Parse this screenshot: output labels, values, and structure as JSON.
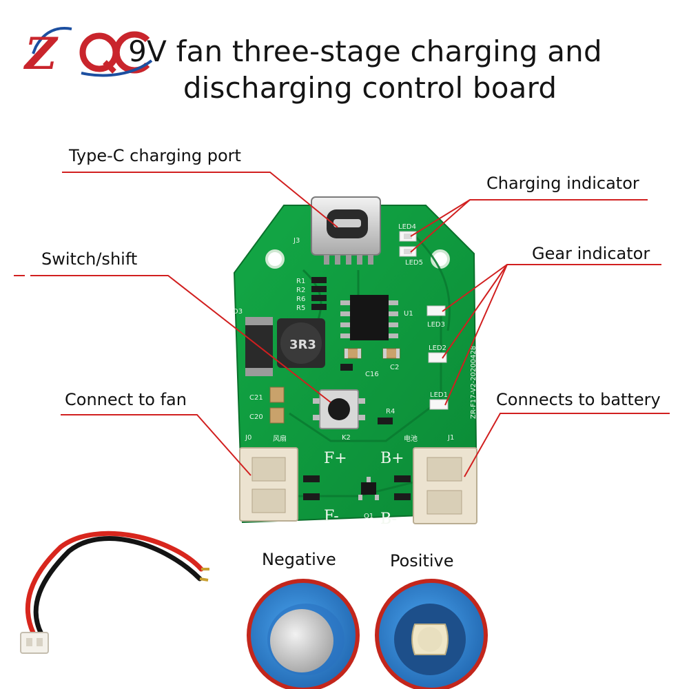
{
  "brand": {
    "logo_text": "ZQC",
    "logo_color": "#c9252c",
    "logo_accent": "#1c4fa0"
  },
  "title": {
    "line1": "9V fan three-stage charging and",
    "line2": "discharging control board"
  },
  "callouts": {
    "type_c": "Type-C charging port",
    "charging_indicator": "Charging indicator",
    "switch": "Switch/shift",
    "gear_indicator": "Gear indicator",
    "fan": "Connect to fan",
    "battery": "Connects to battery"
  },
  "silkscreen": {
    "j3": "J3",
    "led4": "LED4",
    "led5": "LED5",
    "led3": "LED3",
    "led2": "LED2",
    "led1": "LED1",
    "r1": "R1",
    "r2": "R2",
    "r6": "R6",
    "r5": "R5",
    "u1": "U1",
    "d3": "D3",
    "c16": "C16",
    "c2": "C2",
    "c21": "C21",
    "c20": "C20",
    "r4": "R4",
    "k2": "K2",
    "q1": "Q1",
    "j1": "J1",
    "j0": "J0",
    "fan_cn": "风扇",
    "battery_cn": "电池",
    "f_plus": "F+",
    "f_minus": "F-",
    "b_plus": "B+",
    "b_minus": "B-",
    "board_id": "ZR-F17-V2-20200428",
    "inductor": "3R3"
  },
  "battery_labels": {
    "negative": "Negative",
    "positive": "Positive"
  },
  "colors": {
    "pcb": "#0f9a3f",
    "pcb_dark": "#0a7c31",
    "leader": "#d11f1f",
    "battery_blue": "#2f86d6",
    "wire_red": "#d8261d",
    "wire_black": "#141414"
  }
}
